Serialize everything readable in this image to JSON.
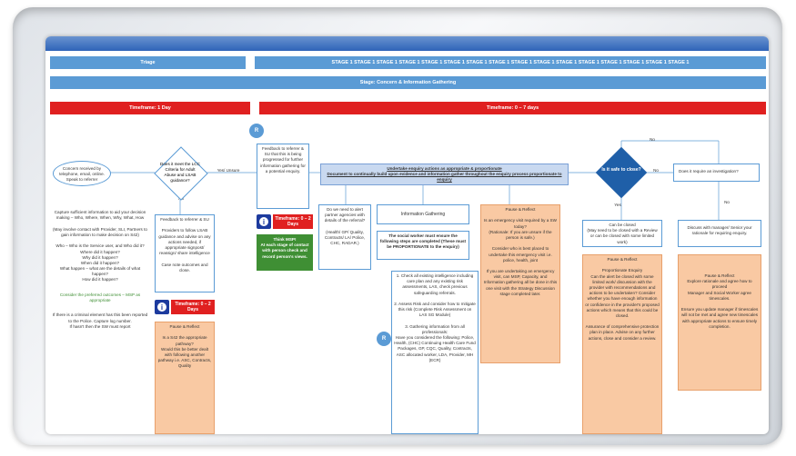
{
  "header": {
    "triage": "Triage",
    "stage1": "STAGE 1  STAGE 1  STAGE 1  STAGE 1  STAGE 1  STAGE 1  STAGE 1  STAGE 1  STAGE 1  STAGE 1  STAGE 1  STAGE 1  STAGE 1  STAGE 1  STAGE 1  STAGE 1",
    "stage_concern": "Stage: Concern & Information Gathering",
    "timeframe_left": "Timeframe: 1 Day",
    "timeframe_right": "Timeframe: 0 – 7 days"
  },
  "labels": {
    "r1": "R",
    "r2": "R",
    "yes1": "Yes",
    "unsure": "Yes/ Unsure",
    "no1": "No",
    "no_top": "No",
    "yes2": "Yes",
    "no2": "No",
    "no3": "No",
    "info_icon": "i"
  },
  "boxes": {
    "concern": "Concern received by telephone, email, online. Speak to referrer",
    "lcc_criteria": "Does it meet the LCC Criteria for Adult Abuse and LSAB guidance?",
    "feedback_top": "Feedback to referrer & SU that this is being progressed for further information gathering for a potential enquiry.",
    "undertake_title": "Undertake enquiry actions as appropriate & proportionate",
    "undertake_sub": "Document to continually build upon evidence and information gather throughout the enquiry process proportionate to enquiry",
    "safe_to_close": "Is it safe to close?",
    "investigation": "Does it require an investigation?",
    "capture": "Capture sufficient information to aid your decision making – Who, Where, When, Why, What, How\n\n(May involve contact with Provider, SLI, Partners to gain information to make decision on S42)\n\nWho – Who is the Service user, and Who did it?\nWhere did it happen?\nWhy did it happen?\nWhen did it happen?\nWhat happen – what are the details of what happen?\nHow did it happen?",
    "consider_green": "Consider the preferred outcomes – MSP as appropriate",
    "criminal": "If there is a criminal element has this been reported to the Police. Capture log number.\nIf hasn't then the SW must report",
    "feedback_left": "Feedback to referrer & SU\n\nProviders to follow LSAB guidance and advise on any actions needed, if appropriate signpost/ reassign/ share intelligence\n\nCase note outcomes and close.",
    "timeframe_left_small": "Timeframe: 0 – 2 Days",
    "pause_left": "Pause & Reflect\n\nIs a S42 the appropriate pathway?\nWould this be better dealt with following another pathway i.e. ASC, Contracts, Quality",
    "timeframe_mid_small": "Timeframe: 0 – 2 Days",
    "think_msp": "Think MSP!\nAt each stage of contact with person check and record person's views.",
    "alert_partner": "Do we need to alert partner agencies with details of the referral?\n\n(Health/ GP/ Quality, Contracts/ LA/ Police, CHC, RADAR.)",
    "info_gathering": "Information Gathering",
    "social_worker": "The social worker must ensure the following steps are completed (These must be PROPORTIONATE to the enquiry)",
    "steps": "1. Check all existing intelligence including care plan and any existing risk assessments, LAS, check previous safeguarding referrals.\n\n2. Assess Risk and consider how to mitigate this risk (Complete Risk Assessment on LAS SG Module)\n\n3. Gathering information from all professionals:\nHave you considered the following: Police, Health, (CHC) Continuing Health Care Fund Packages, GP, CQC, Quality, Contracts, ASC allocated worker, LDA, Provider, MH (ECR)",
    "pause_mid": "Pause & Reflect\n\nIs an emergency visit required by a SW today?\n(Rationale: If you are unsure if the person is safe.)\n\nConsider who is best placed to undertake this emergency visit i.e. police, health, joint\n\nIf you are undertaking an emergency visit, can MSP, Capacity, and Information gathering all be done in this one visit with the Strategy Discussion stage completed later.",
    "can_be_closed": "Can be closed\n(May need to be closed with a Review or can be closed with some limited work)",
    "discuss_manager": "Discuss with manager/ Senior your rationale for requiring enquiry.",
    "pause_right1": "Pause & Reflect\n\nProportionate Enquiry\nCan the alert be closed with some limited work/ discussion with the provider with recommendations and actions to be undertaken? Consider whether you have enough information or confidence in the provider's proposed actions which means that this could be closed.\n\nAssurance of comprehensive protection plan in place. Advise on any further actions, close and consider a review.",
    "pause_right2": "Pause & Reflect\nExplore rationale and agree how to proceed\nManager and Social Worker agree timescales.\n\nEnsure you update manager if timescales will not be met and agree new timescales with appropriate actions to ensure timely completion."
  },
  "colors": {
    "blue_bar": "#5b9bd5",
    "red_bar": "#e02020",
    "orange_box": "#f9c9a3",
    "green_box": "#3f8f34",
    "navy_icon": "#1d3b9e"
  }
}
